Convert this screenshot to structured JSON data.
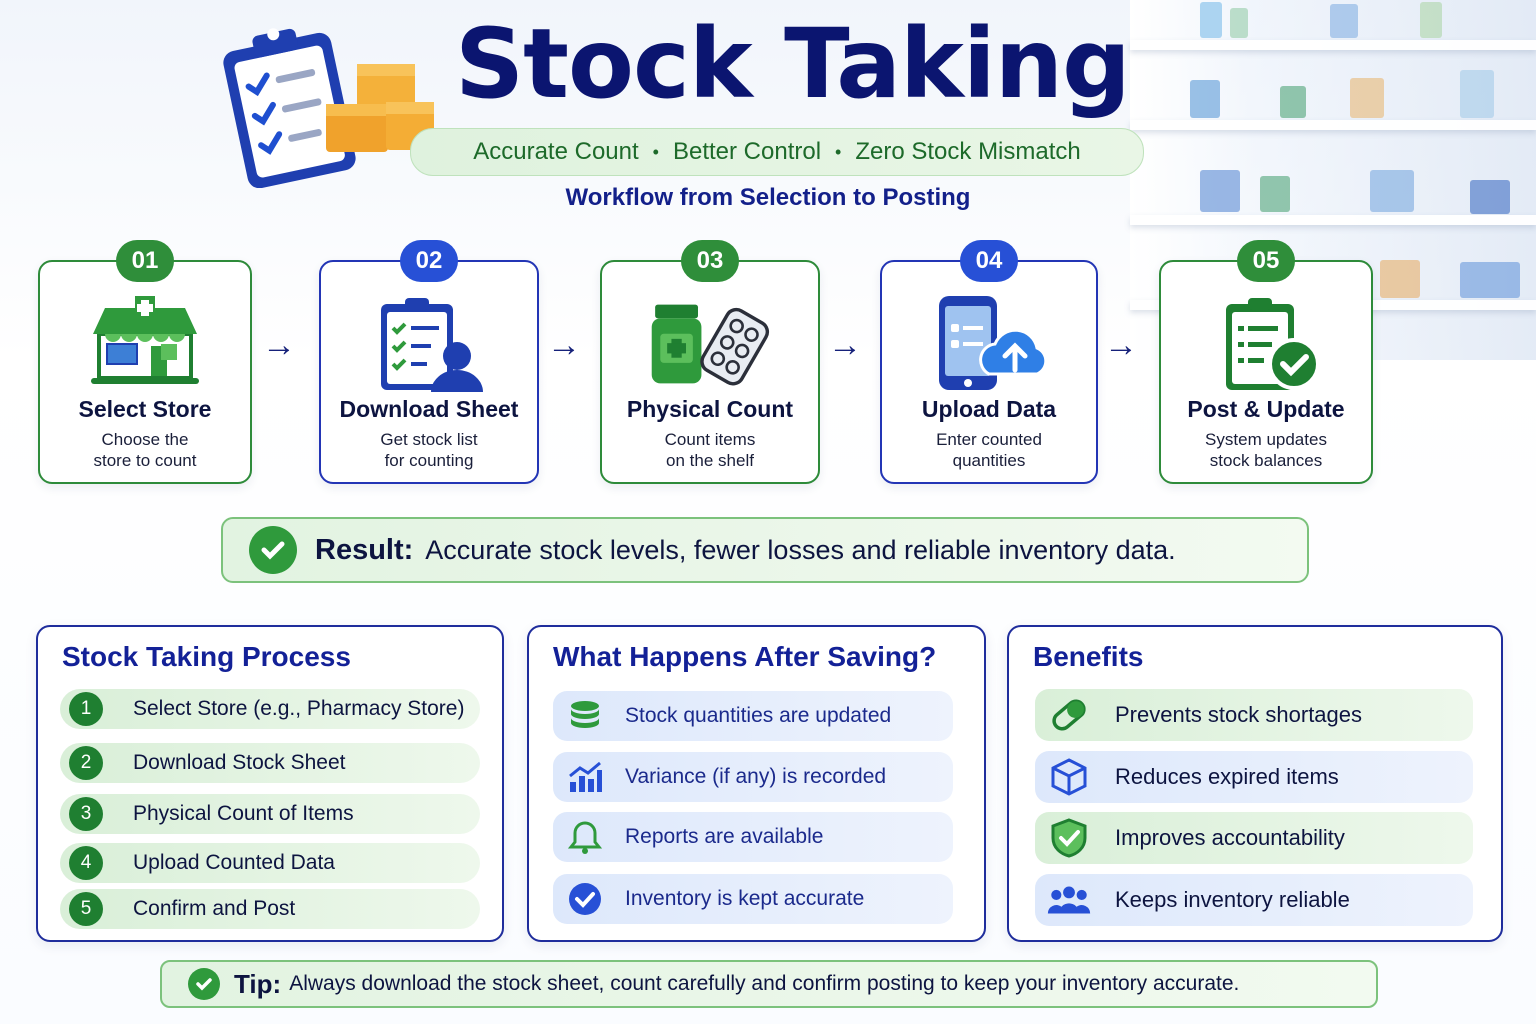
{
  "header": {
    "title": "Stock Taking",
    "tagline": [
      "Accurate Count",
      "Better Control",
      "Zero Stock Mismatch"
    ],
    "tagline_separator": "•",
    "subtitle": "Workflow from Selection to Posting"
  },
  "steps": [
    {
      "number": "01",
      "name": "Select Store",
      "desc_line1": "Choose the",
      "desc_line2": "store to count",
      "icon": "store-icon",
      "color": "green"
    },
    {
      "number": "02",
      "name": "Download Sheet",
      "desc_line1": "Get stock list",
      "desc_line2": "for counting",
      "icon": "clipboard-user-icon",
      "color": "blue"
    },
    {
      "number": "03",
      "name": "Physical Count",
      "desc_line1": "Count items",
      "desc_line2": "on the shelf",
      "icon": "medicine-icon",
      "color": "green"
    },
    {
      "number": "04",
      "name": "Upload Data",
      "desc_line1": "Enter counted",
      "desc_line2": "quantities",
      "icon": "phone-upload-icon",
      "color": "blue"
    },
    {
      "number": "05",
      "name": "Post & Update",
      "desc_line1": "System updates",
      "desc_line2": "stock balances",
      "icon": "clipboard-check-icon",
      "color": "green"
    }
  ],
  "arrow_glyph": "→",
  "result": {
    "label": "Result:",
    "text": "Accurate stock levels, fewer losses and reliable inventory data."
  },
  "process": {
    "title": "Stock Taking Process",
    "items": [
      {
        "n": "1",
        "text": "Select Store (e.g., Pharmacy Store)"
      },
      {
        "n": "2",
        "text": "Download Stock Sheet"
      },
      {
        "n": "3",
        "text": "Physical Count of Items"
      },
      {
        "n": "4",
        "text": "Upload Counted Data"
      },
      {
        "n": "5",
        "text": "Confirm and Post"
      }
    ]
  },
  "after_saving": {
    "title": "What Happens After Saving?",
    "items": [
      {
        "icon": "database-icon",
        "text": "Stock quantities are updated"
      },
      {
        "icon": "chart-icon",
        "text": "Variance (if any) is recorded"
      },
      {
        "icon": "bell-icon",
        "text": "Reports are available"
      },
      {
        "icon": "check-circle-icon",
        "text": "Inventory is kept accurate"
      }
    ]
  },
  "benefits": {
    "title": "Benefits",
    "items": [
      {
        "icon": "pill-icon",
        "text": "Prevents stock shortages"
      },
      {
        "icon": "box-icon",
        "text": "Reduces expired items"
      },
      {
        "icon": "shield-check-icon",
        "text": "Improves accountability"
      },
      {
        "icon": "users-icon",
        "text": "Keeps inventory reliable"
      }
    ]
  },
  "tip": {
    "label": "Tip:",
    "text": "Always download the stock sheet, count carefully and confirm posting to keep your inventory accurate."
  },
  "colors": {
    "navy": "#0b1570",
    "green": "#2f8e3a",
    "blue": "#2750d6"
  }
}
